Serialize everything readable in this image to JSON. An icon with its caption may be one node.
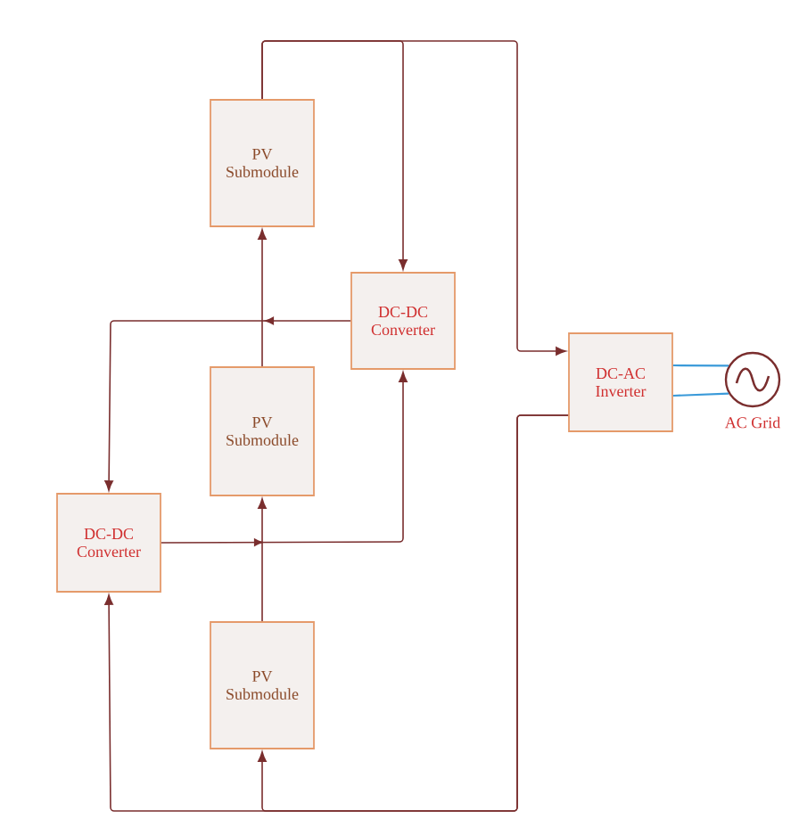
{
  "diagram": {
    "nodes": [
      {
        "text": [
          "PV Submodule"
        ]
      },
      {
        "text": [
          "DC-DC Converter"
        ]
      },
      {
        "text": [
          "PV Submodule"
        ]
      },
      {
        "text": [
          "DC-DC Converter"
        ]
      },
      {
        "text": [
          "PV Submodule"
        ]
      },
      {
        "text": [
          "DC-AC Inverter"
        ]
      },
      {
        "text": [
          "AC Grid"
        ]
      }
    ],
    "edges": [
      {
        "from": 0,
        "to": 5,
        "arrow": "to"
      },
      {
        "from": 0,
        "to": 1,
        "arrow": "to"
      },
      {
        "from": 1,
        "to": 3,
        "arrow": "to"
      },
      {
        "from": 2,
        "to": 0,
        "arrow": "to"
      },
      {
        "from": 3,
        "to": 1,
        "arrow": "to"
      },
      {
        "from": 4,
        "to": 2,
        "arrow": "to"
      },
      {
        "from": 5,
        "to": 3,
        "arrow": "to"
      },
      {
        "from": 5,
        "to": 4,
        "arrow": "to"
      },
      {
        "from": 5,
        "to": 6,
        "arrow": "none",
        "color": "#3a9ad9"
      },
      {
        "from": 5,
        "to": 6,
        "arrow": "none",
        "color": "#3a9ad9"
      }
    ]
  }
}
